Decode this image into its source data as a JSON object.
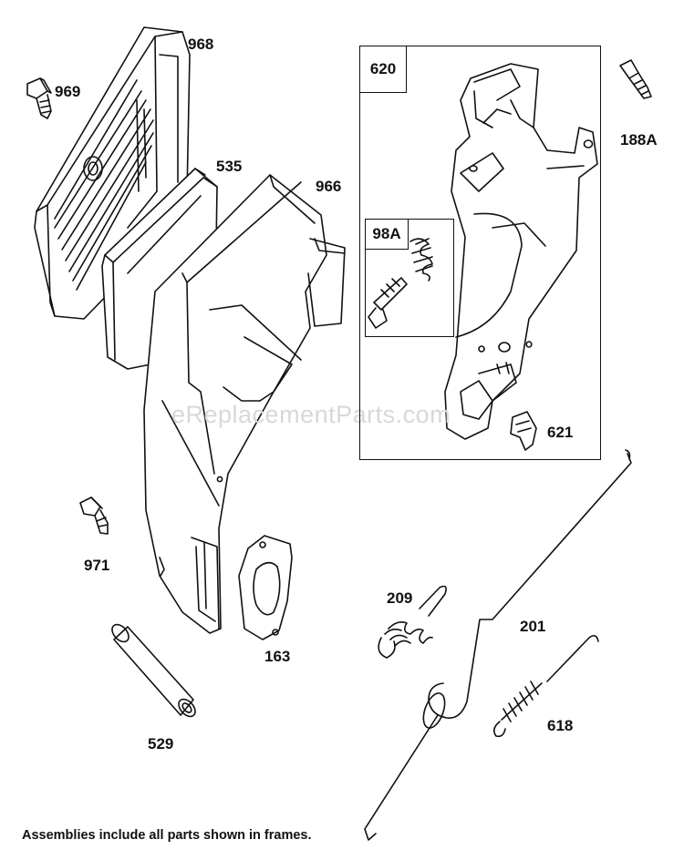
{
  "watermark": "eReplacementParts.com",
  "footnote": "Assemblies include all parts shown in frames.",
  "frames": {
    "assembly_620": "620",
    "assembly_98A": "98A"
  },
  "parts": {
    "p968": "968",
    "p969": "969",
    "p535": "535",
    "p966": "966",
    "p971": "971",
    "p163": "163",
    "p529": "529",
    "p188A": "188A",
    "p621": "621",
    "p209": "209",
    "p201": "201",
    "p618": "618"
  }
}
